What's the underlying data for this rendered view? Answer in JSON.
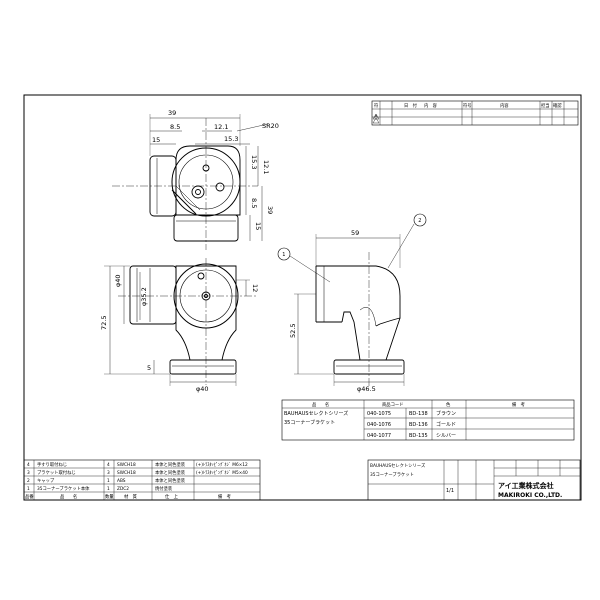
{
  "revision_table": {
    "headers": [
      "符",
      "日　付",
      "内　容",
      "符号",
      "内容",
      "担当",
      "確認"
    ],
    "mark": "A"
  },
  "top_view": {
    "dims": {
      "width_39": "39",
      "d_8_5": "8.5",
      "d_12_1": "12.1",
      "d_15_3": "15.3",
      "sr20": "SR20",
      "d_15": "15",
      "r_12_1": "12.1",
      "r_15_3": "15.3",
      "r_8_5": "8.5",
      "r_39": "39",
      "r_15": "15"
    }
  },
  "front_view": {
    "dims": {
      "phi40_v": "φ40",
      "phi35_2": "φ35.2",
      "h_72_5": "72.5",
      "d_12": "12",
      "d_5": "5",
      "phi40_b": "φ40"
    }
  },
  "side_view": {
    "dims": {
      "w_59": "59",
      "h_52_5": "52.5",
      "phi46_5": "φ46.5"
    },
    "callouts": [
      "1",
      "2"
    ]
  },
  "product_table": {
    "headers": [
      "品　　名",
      "商品コード",
      "色",
      "備　考"
    ],
    "name_line1": "BAUHAUSセレクトシリーズ",
    "name_line2": "35コーナーブラケット",
    "rows": [
      {
        "code": "040-1075",
        "bd": "BD-138",
        "color": "ブラウン"
      },
      {
        "code": "040-1076",
        "bd": "BD-136",
        "color": "ゴールド"
      },
      {
        "code": "040-1077",
        "bd": "BD-135",
        "color": "シルバー"
      }
    ]
  },
  "parts_table": {
    "rows": [
      {
        "no": "4",
        "name": "手すり取付ねじ",
        "qty": "4",
        "mat": "SWCH18",
        "finish": "本体と同色塗装",
        "note": "(+)ﾄﾗｽﾀｯﾋﾟﾝｸﾞﾈｼﾞ M6×12"
      },
      {
        "no": "3",
        "name": "ブラケット取付ねじ",
        "qty": "3",
        "mat": "SWCH18",
        "finish": "本体と同色塗装",
        "note": "(+)ﾄﾗｽﾀｯﾋﾟﾝｸﾞﾈｼﾞ M5×40"
      },
      {
        "no": "2",
        "name": "キャップ",
        "qty": "1",
        "mat": "ABS",
        "finish": "本体と同色塗装",
        "note": ""
      },
      {
        "no": "1",
        "name": "35コーナーブラケット本体",
        "qty": "1",
        "mat": "ZDC2",
        "finish": "焼付塗装",
        "note": ""
      }
    ],
    "headers": [
      "品番",
      "品　　名",
      "数量",
      "材　質",
      "仕　上",
      "備　考"
    ]
  },
  "title_block": {
    "title_line1": "BAUHAUSセレクトシリーズ",
    "title_line2": "35コーナーブラケット",
    "scale": "1/1",
    "company_jp": "アイ工業株式会社",
    "company_en": "MAKIROKI CO.,LTD."
  }
}
